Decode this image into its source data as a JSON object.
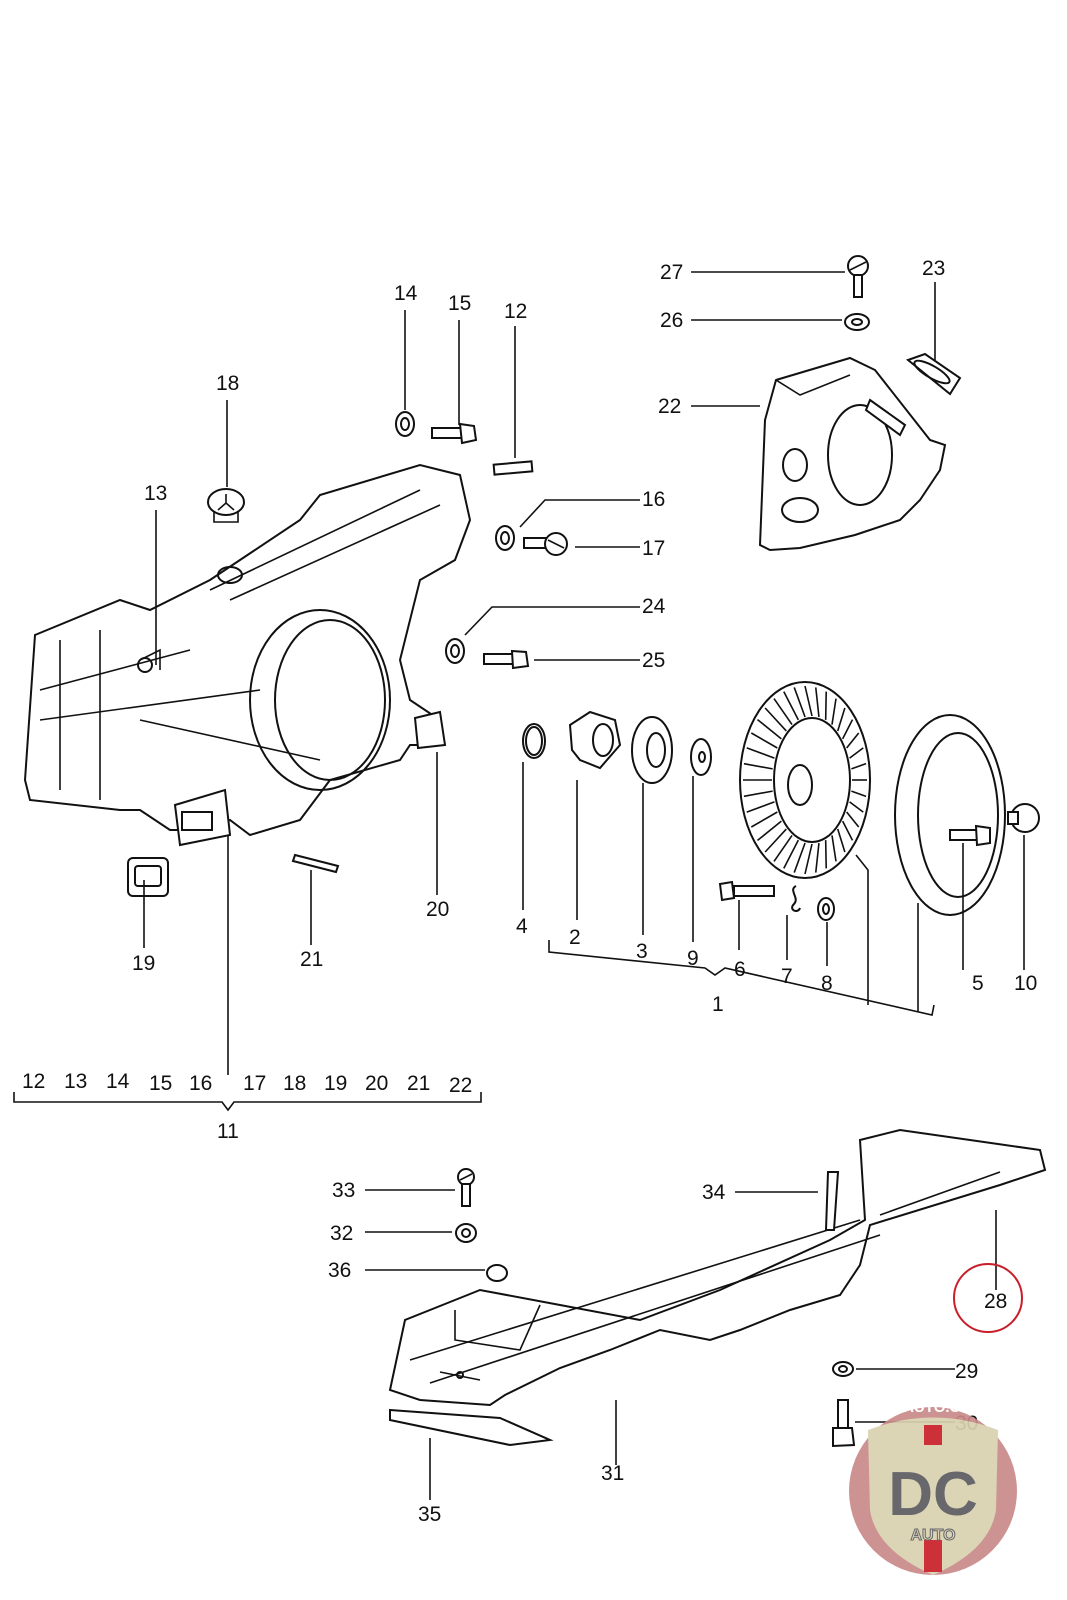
{
  "diagram": {
    "type": "exploded-parts-diagram",
    "callouts": {
      "c1": "1",
      "c2": "2",
      "c3": "3",
      "c4": "4",
      "c5": "5",
      "c6": "6",
      "c7": "7",
      "c8": "8",
      "c9": "9",
      "c10": "10",
      "c11": "11",
      "c12": "12",
      "c13": "13",
      "c14": "14",
      "c15": "15",
      "c16": "16",
      "c17": "17",
      "c18": "18",
      "c19": "19",
      "c20": "20",
      "c21": "21",
      "c22": "22",
      "c23": "23",
      "c24": "24",
      "c25": "25",
      "c26": "26",
      "c27": "27",
      "c28": "28",
      "c29": "29",
      "c30": "30",
      "c31": "31",
      "c32": "32",
      "c33": "33",
      "c34": "34",
      "c35": "35",
      "c36": "36"
    },
    "group_11_members": [
      "12",
      "13",
      "14",
      "15",
      "16",
      "17",
      "18",
      "19",
      "20",
      "21",
      "22"
    ],
    "group_1_members": [
      "2",
      "3",
      "9",
      "6",
      "7",
      "8"
    ],
    "highlighted_callout": "28",
    "highlight_color": "#c8202a"
  },
  "watermark": {
    "site": "DCAUTO.COM",
    "logo_letters": "DC",
    "logo_sub": "AUTO",
    "colors": {
      "shield": "#d9d2b0",
      "letters": "#5b5b60",
      "accent": "#c8202a",
      "disc": "#c98a8a"
    }
  }
}
